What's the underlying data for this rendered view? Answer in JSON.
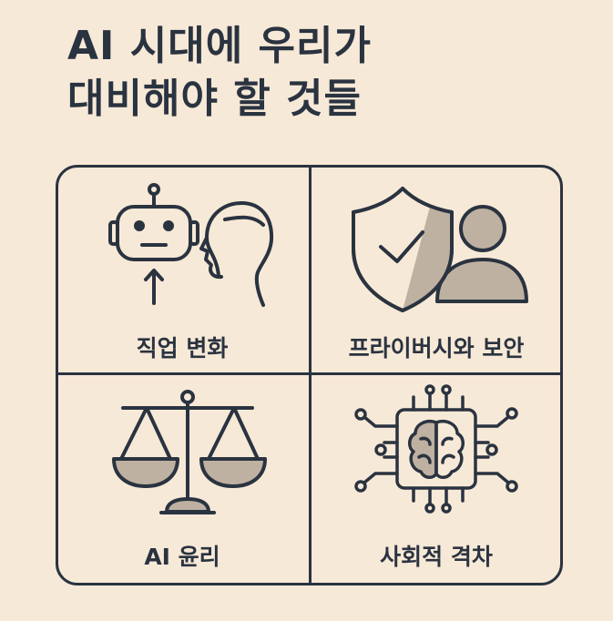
{
  "title": {
    "line1": "AI 시대에 우리가",
    "line2": "대비해야 할 것들"
  },
  "cards": [
    {
      "label": "직업 변화",
      "icon": "robot-and-person-icon"
    },
    {
      "label": "프라이버시와 보안",
      "icon": "shield-check-user-icon"
    },
    {
      "label": "AI 윤리",
      "icon": "balance-scale-icon"
    },
    {
      "label": "사회적 격차",
      "icon": "brain-chip-icon"
    }
  ],
  "colors": {
    "background": "#f7e9d7",
    "ink": "#2a3340",
    "accent_fill": "#bfb1a1"
  }
}
